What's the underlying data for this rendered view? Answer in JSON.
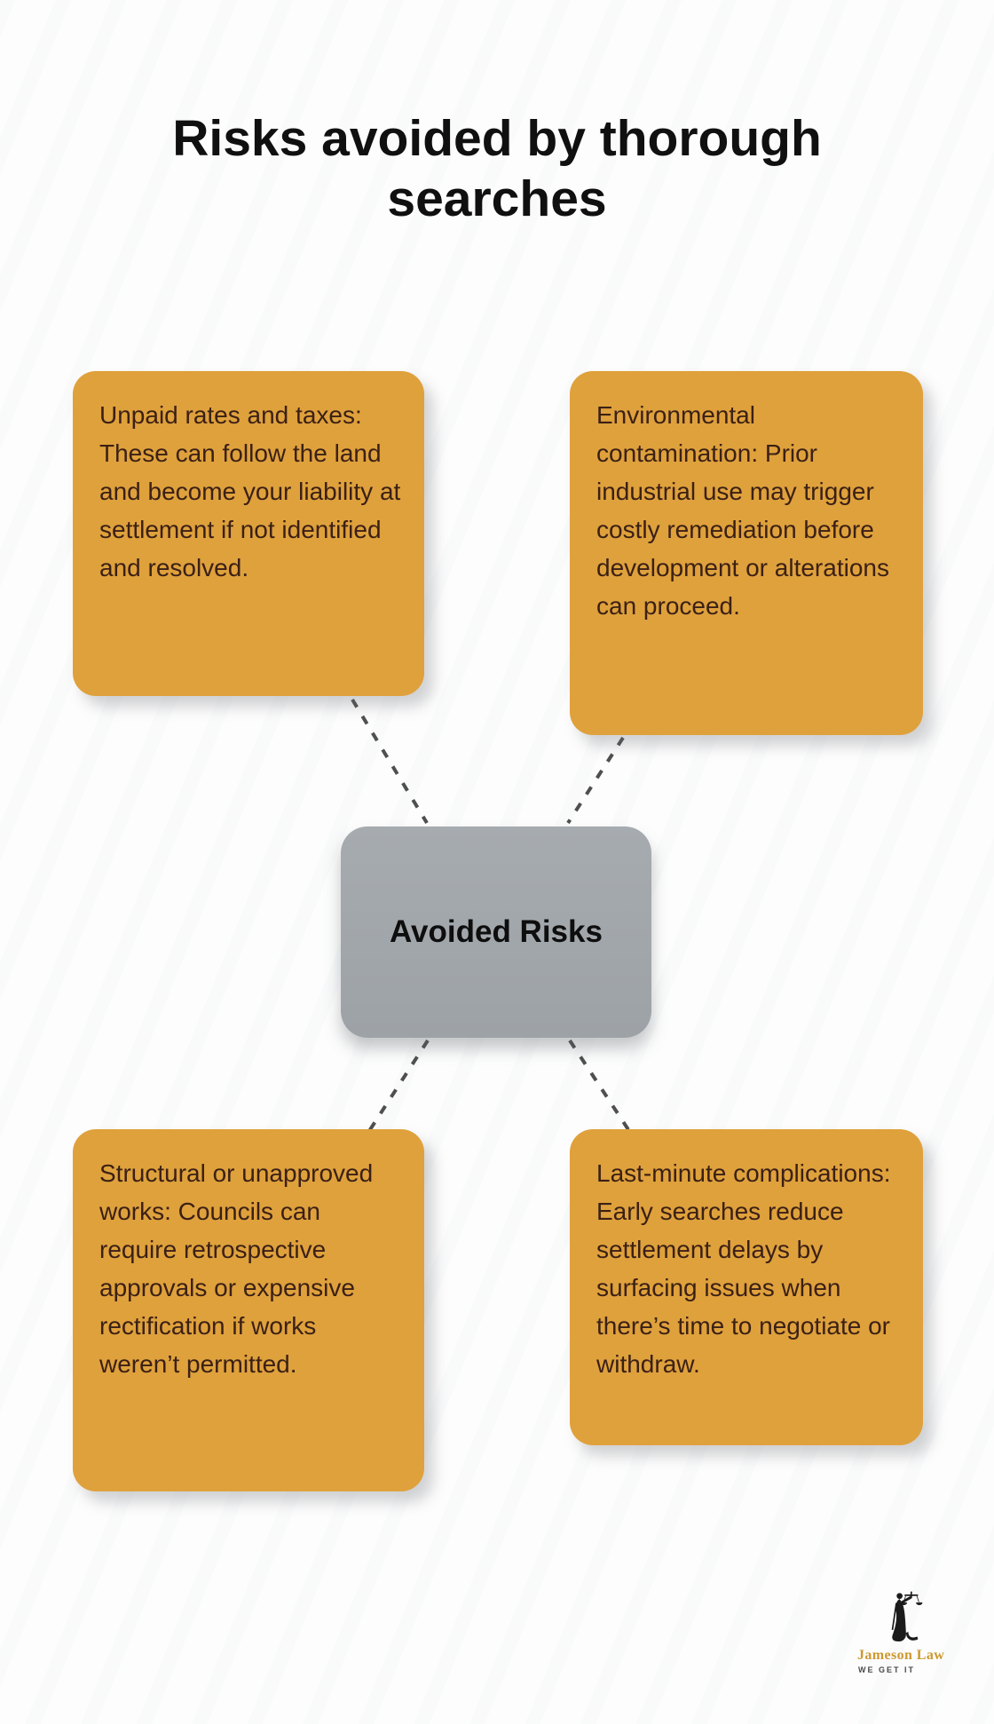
{
  "title": "Risks avoided by thorough searches",
  "center": {
    "label": "Avoided Risks"
  },
  "risks": [
    {
      "position": "top-left",
      "text": "Unpaid rates and taxes: These can follow the land and become your liability at settlement if not identified and resolved."
    },
    {
      "position": "top-right",
      "text": "Environmental contamination: Prior industrial use may trigger costly remediation before development or alterations can proceed."
    },
    {
      "position": "bottom-left",
      "text": "Structural or unapproved works: Councils can require retrospective approvals or expensive rectification if works weren’t permitted."
    },
    {
      "position": "bottom-right",
      "text": "Last-minute complications: Early searches reduce settlement delays by surfacing issues when there’s time to negotiate or withdraw."
    }
  ],
  "logo": {
    "name": "Jameson Law",
    "tagline": "WE GET IT",
    "icon": "lady-justice-scales-icon"
  },
  "colors": {
    "card_background": "#DFA13C",
    "card_text": "#3B2015",
    "node_background": "#A1A6AA",
    "node_text": "#0e0e0e",
    "connector_line": "#4f4f4f",
    "title_text": "#101010",
    "logo_gold": "#CE982F",
    "logo_tagline": "#4a4a4a"
  }
}
